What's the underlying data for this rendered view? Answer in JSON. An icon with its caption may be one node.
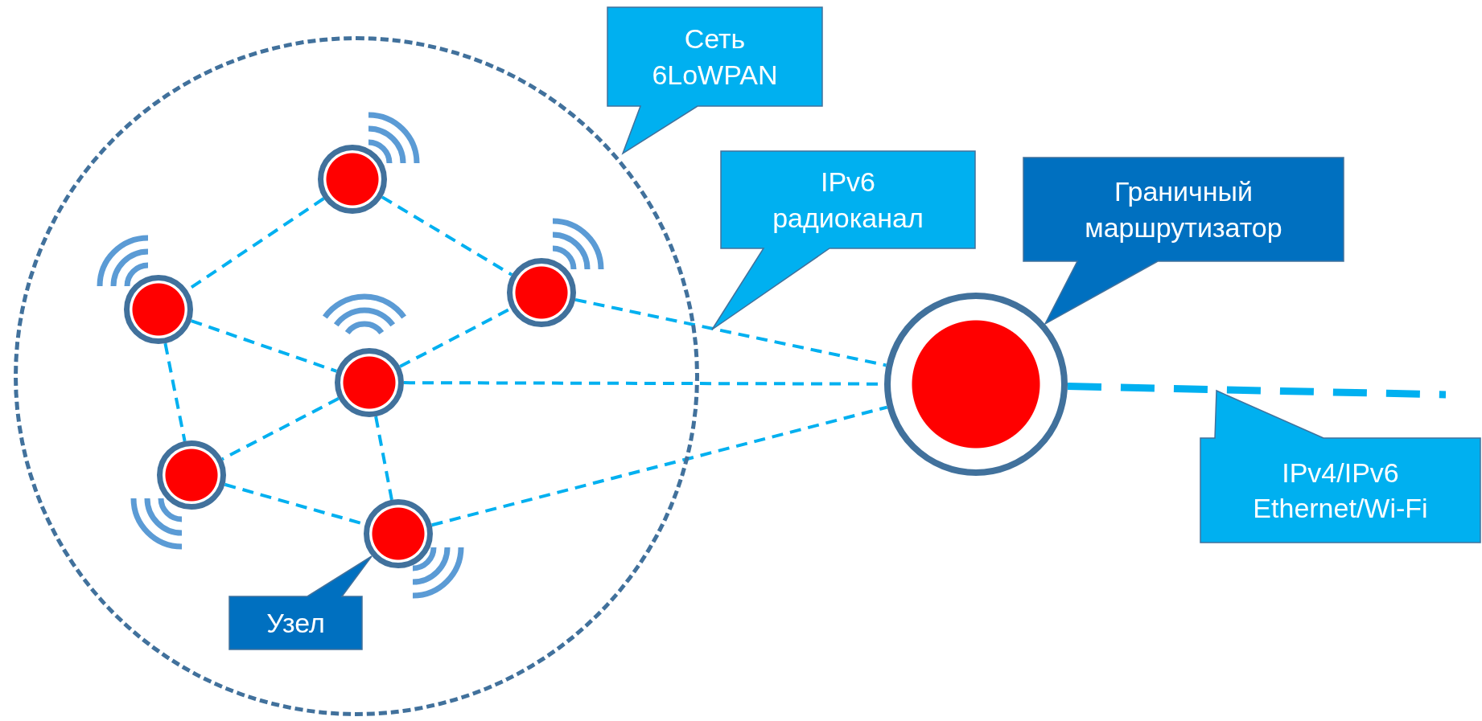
{
  "diagram": {
    "nodes": [
      {
        "text": [],
        "shape": "circle"
      },
      {
        "text": [],
        "shape": "circle",
        "in": 0
      },
      {
        "text": [],
        "shape": "circle",
        "in": 0
      },
      {
        "text": [],
        "shape": "circle",
        "in": 0
      },
      {
        "text": [],
        "shape": "circle",
        "in": 0
      },
      {
        "text": [],
        "shape": "circle",
        "in": 0
      },
      {
        "text": [],
        "shape": "circle",
        "in": 0
      },
      {
        "text": [],
        "shape": "circle"
      },
      {
        "text": [
          "Сеть 6LoWPAN"
        ]
      },
      {
        "text": [
          "IPv6 радиоканал"
        ]
      },
      {
        "text": [
          "Граничный маршрутизатор"
        ]
      },
      {
        "text": [
          "IPv4/IPv6 Ethernet/Wi-Fi"
        ]
      },
      {
        "text": [
          "Узел"
        ],
        "in": 0
      }
    ],
    "edges": [
      {
        "from": 1,
        "to": 2,
        "arrow": "none"
      },
      {
        "from": 1,
        "to": 3,
        "arrow": "none"
      },
      {
        "from": 2,
        "to": 4,
        "arrow": "none"
      },
      {
        "from": 2,
        "to": 5,
        "arrow": "none"
      },
      {
        "from": 4,
        "to": 3,
        "arrow": "none"
      },
      {
        "from": 4,
        "to": 5,
        "arrow": "none"
      },
      {
        "from": 4,
        "to": 6,
        "arrow": "none"
      },
      {
        "from": 5,
        "to": 6,
        "arrow": "none"
      },
      {
        "from": 3,
        "to": 7,
        "arrow": "none"
      },
      {
        "from": 4,
        "to": 7,
        "arrow": "none"
      },
      {
        "from": 6,
        "to": 7,
        "arrow": "none"
      },
      {
        "from": 7,
        "to": null,
        "arrow": "none",
        "style": "dashed"
      }
    ]
  }
}
